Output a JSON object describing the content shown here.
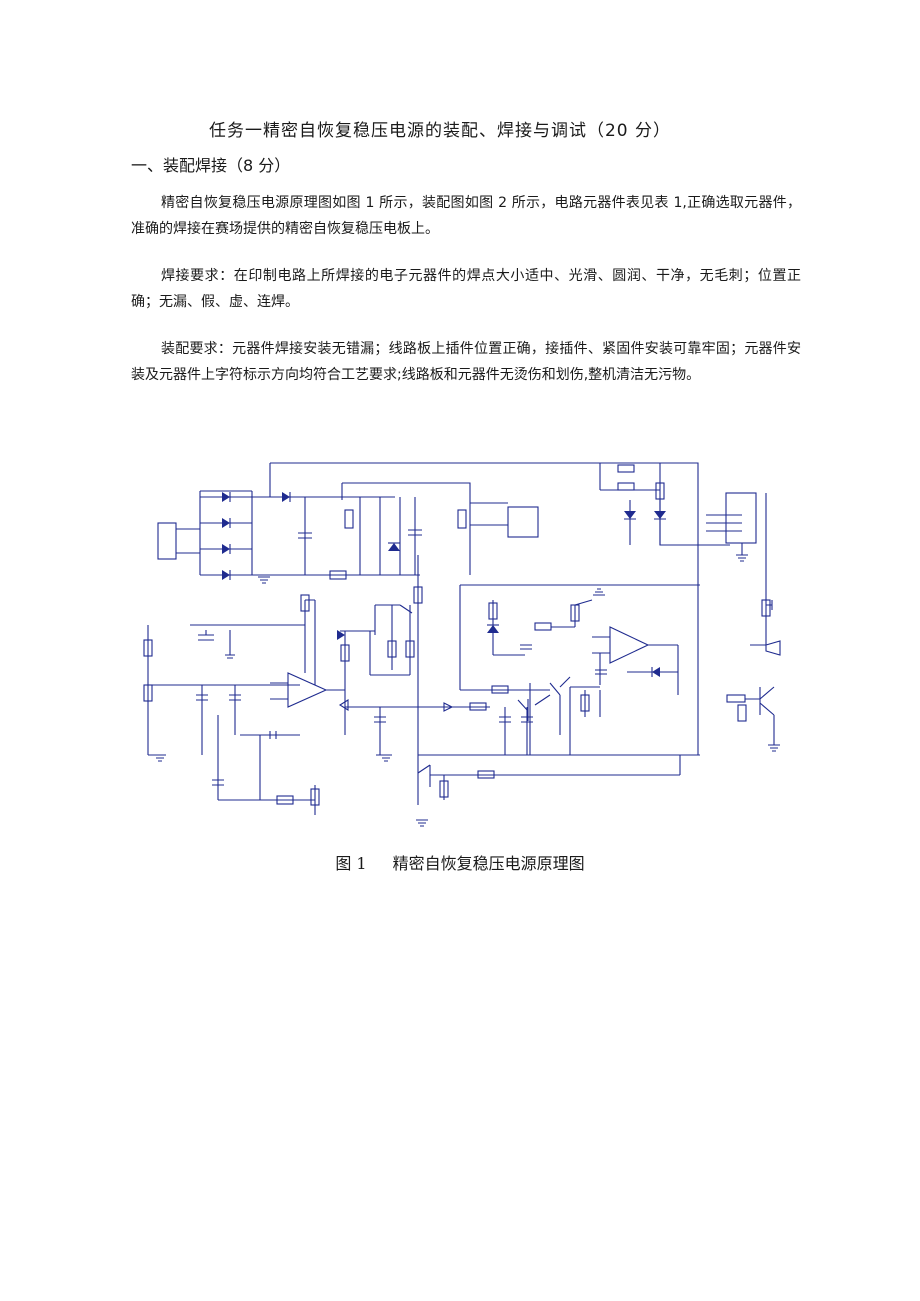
{
  "document": {
    "title": "任务一精密自恢复稳压电源的装配、焊接与调试（20 分）",
    "section_heading": "一、装配焊接（8 分）",
    "paragraphs": [
      "精密自恢复稳压电源原理图如图 1 所示，装配图如图 2 所示，电路元器件表见表 1,正确选取元器件，准确的焊接在赛场提供的精密自恢复稳压电板上。",
      "焊接要求：在印制电路上所焊接的电子元器件的焊点大小适中、光滑、圆润、干净，无毛刺；位置正确；无漏、假、虚、连焊。",
      "装配要求：元器件焊接安装无错漏；线路板上插件位置正确，接插件、紧固件安装可靠牢固；元器件安装及元器件上字符标示方向均符合工艺要求;线路板和元器件无烫伤和划伤,整机清洁无污物。"
    ],
    "figure": {
      "number": "图 1",
      "caption": "精密自恢复稳压电源原理图"
    }
  }
}
